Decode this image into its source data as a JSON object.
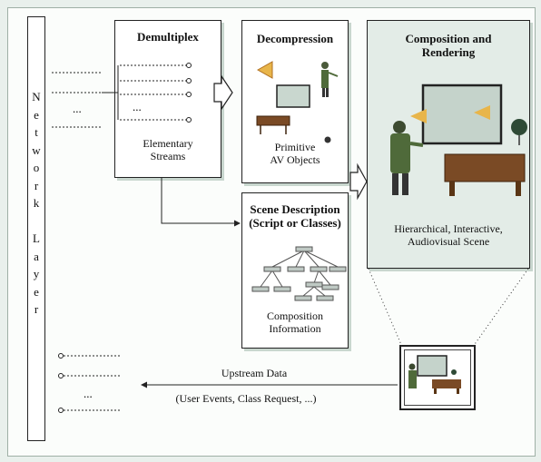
{
  "network_layer": {
    "letters": [
      "N",
      "e",
      "t",
      "w",
      "o",
      "r",
      "k",
      "",
      "L",
      "a",
      "y",
      "e",
      "r"
    ]
  },
  "demux": {
    "title": "Demultiplex",
    "caption_line1": "Elementary",
    "caption_line2": "Streams"
  },
  "decompression": {
    "title": "Decompression",
    "caption_line1": "Primitive",
    "caption_line2": "AV Objects"
  },
  "scene_description": {
    "title_line1": "Scene Description",
    "title_line2": "(Script or Classes)",
    "caption_line1": "Composition",
    "caption_line2": "Information"
  },
  "composition": {
    "title_line1": "Composition and",
    "title_line2": "Rendering",
    "caption_line1": "Hierarchical, Interactive,",
    "caption_line2": "Audiovisual Scene"
  },
  "upstream": {
    "label": "Upstream Data",
    "sublabel": "(User Events, Class Request, ...)"
  },
  "ellipsis": "...",
  "colors": {
    "box_border": "#222222",
    "background": "#e9f0ec",
    "scene_wall": "#e3ece7"
  }
}
